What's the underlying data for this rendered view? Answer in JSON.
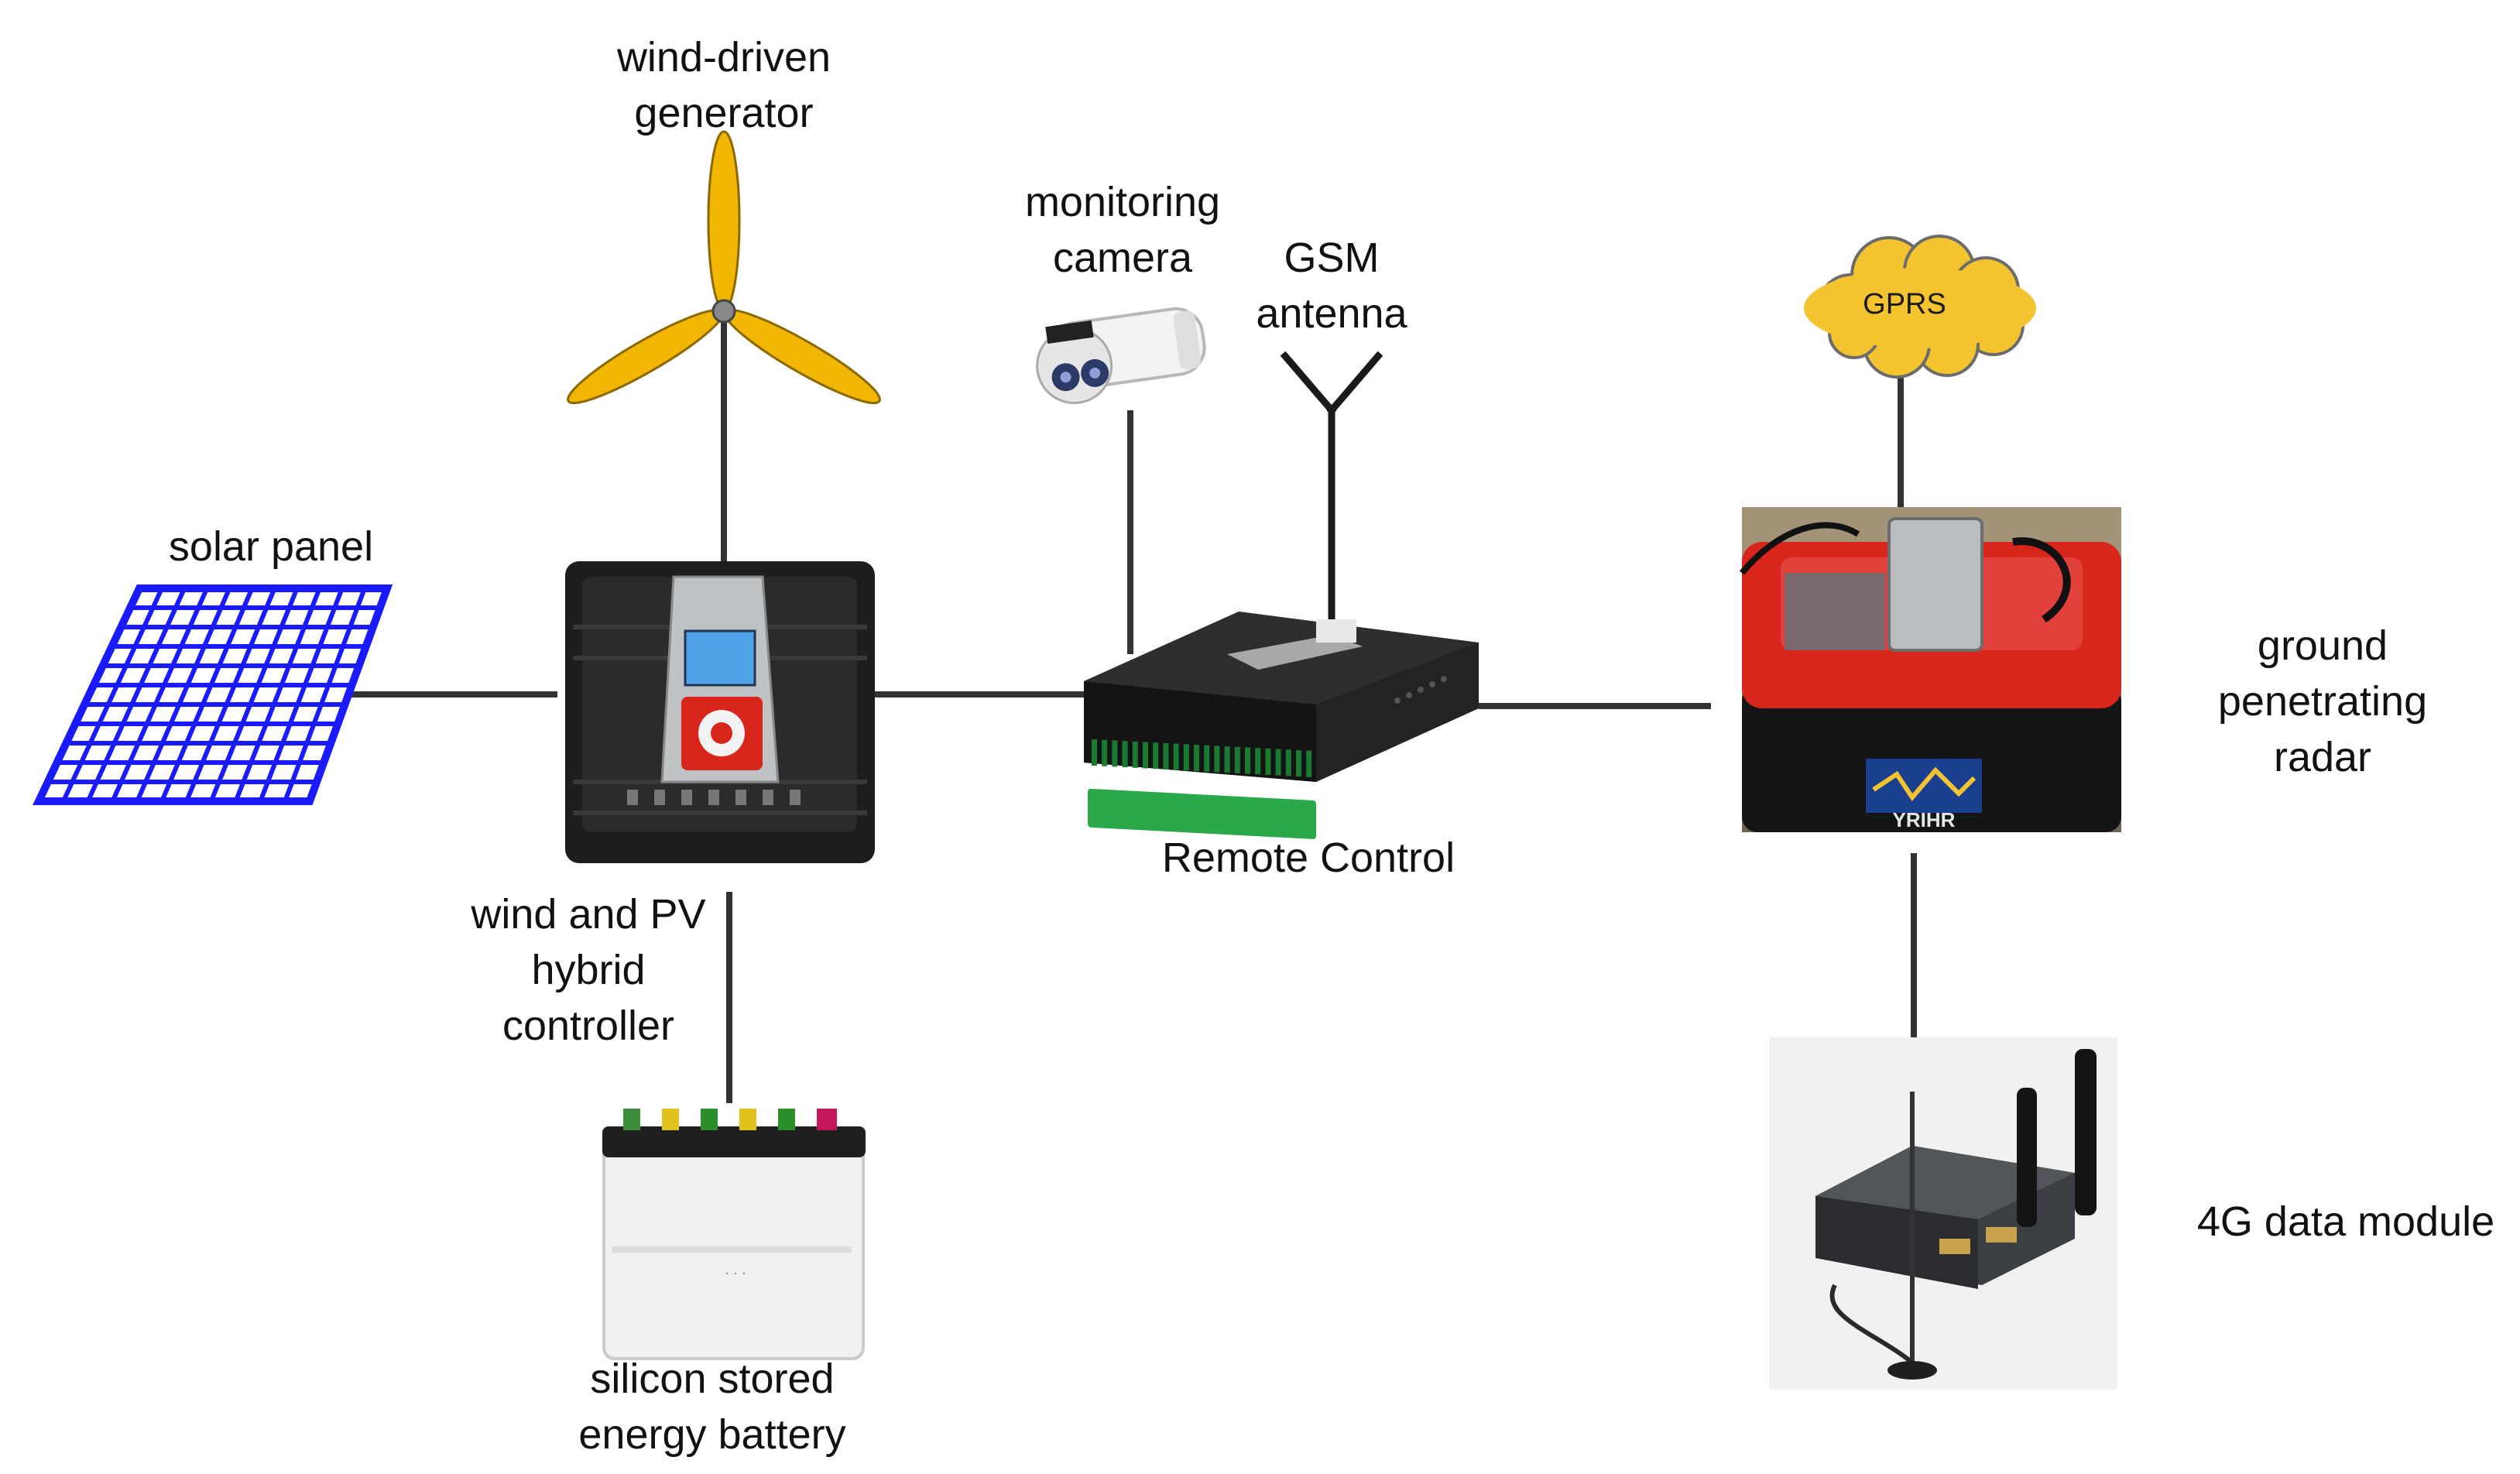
{
  "labels": {
    "wind_generator": [
      "wind-driven",
      "generator"
    ],
    "solar_panel": [
      "solar panel"
    ],
    "monitoring_camera": [
      "monitoring",
      "camera"
    ],
    "gsm_antenna": [
      "GSM",
      "antenna"
    ],
    "hybrid_controller": [
      "wind and PV",
      "hybrid",
      "controller"
    ],
    "remote_control": [
      "Remote Control"
    ],
    "battery": [
      "silicon stored",
      "energy battery"
    ],
    "gpr": [
      "ground",
      "penetrating",
      "radar"
    ],
    "data_module": [
      "4G data module"
    ]
  },
  "cloud_text": "GPRS",
  "radar_brand": "YRIHR",
  "colors": {
    "line": "#333333",
    "solar_grid": "#1a1aff",
    "turbine_blade": "#f2b705",
    "cloud_fill": "#f4c430",
    "radar_red": "#d9261c"
  }
}
